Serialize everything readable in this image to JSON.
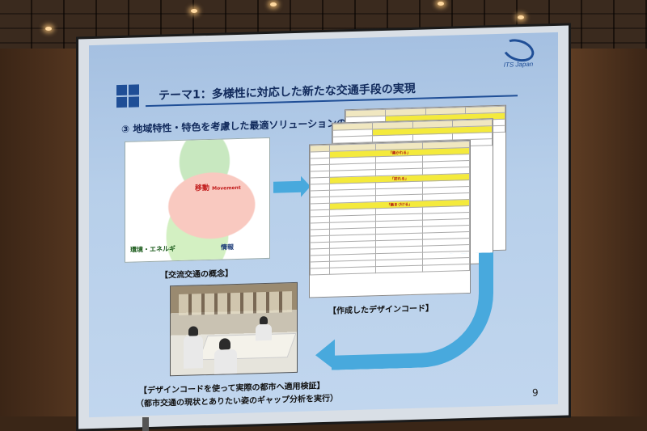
{
  "slide": {
    "logo_text": "ITS Japan",
    "title": "テーマ1：多様性に対応した新たな交通手段の実現",
    "subtitle": "③ 地域特性・特色を考慮した最適ソリューションの導出",
    "concept": {
      "move_label": "移動",
      "move_label_en": "Movement",
      "env_label": "環境・エネルギ",
      "info_label": "情報",
      "caption": "【交流交通の概念】"
    },
    "design_code": {
      "caption": "【作成したデザインコード】",
      "highlight_1": "「集かれる」",
      "highlight_2": "「訪れる」",
      "highlight_3": "「集まづける」"
    },
    "photo": {
      "caption_1": "【デザインコードを使って実際の都市へ適用検証】",
      "caption_2": "（都市交通の現状とありたい姿のギャップ分析を実行）"
    },
    "page_number": "9"
  },
  "colors": {
    "slide_bg": "#b7cfea",
    "title_blue": "#112a5c",
    "accent_blue": "#1f4e96",
    "arrow_blue": "#48a9dd",
    "highlight_yellow": "#f4ea3c"
  }
}
